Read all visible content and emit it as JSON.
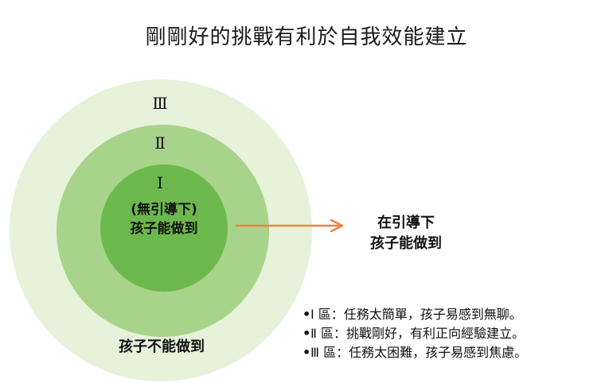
{
  "title": "剛剛好的挑戰有利於自我效能建立",
  "zones": {
    "outer": {
      "roman": "Ⅲ",
      "label": "孩子不能做到",
      "color": "#e6f2da"
    },
    "middle": {
      "roman": "Ⅱ",
      "color": "#a8d38b"
    },
    "inner": {
      "roman": "Ⅰ",
      "line1": "(無引導下)",
      "line2": "孩子能做到",
      "color": "#6db84c"
    }
  },
  "arrow": {
    "color": "#f0823a",
    "line1": "在引導下",
    "line2": "孩子能做到"
  },
  "legend": [
    {
      "bullet": "•",
      "text": "Ⅰ 區：任務太簡單，孩子易感到無聊。"
    },
    {
      "bullet": "•",
      "text": "Ⅱ 區：挑戰剛好，有利正向經驗建立。"
    },
    {
      "bullet": "•",
      "text": "Ⅲ 區：任務太困難，孩子易感到焦慮。"
    }
  ]
}
